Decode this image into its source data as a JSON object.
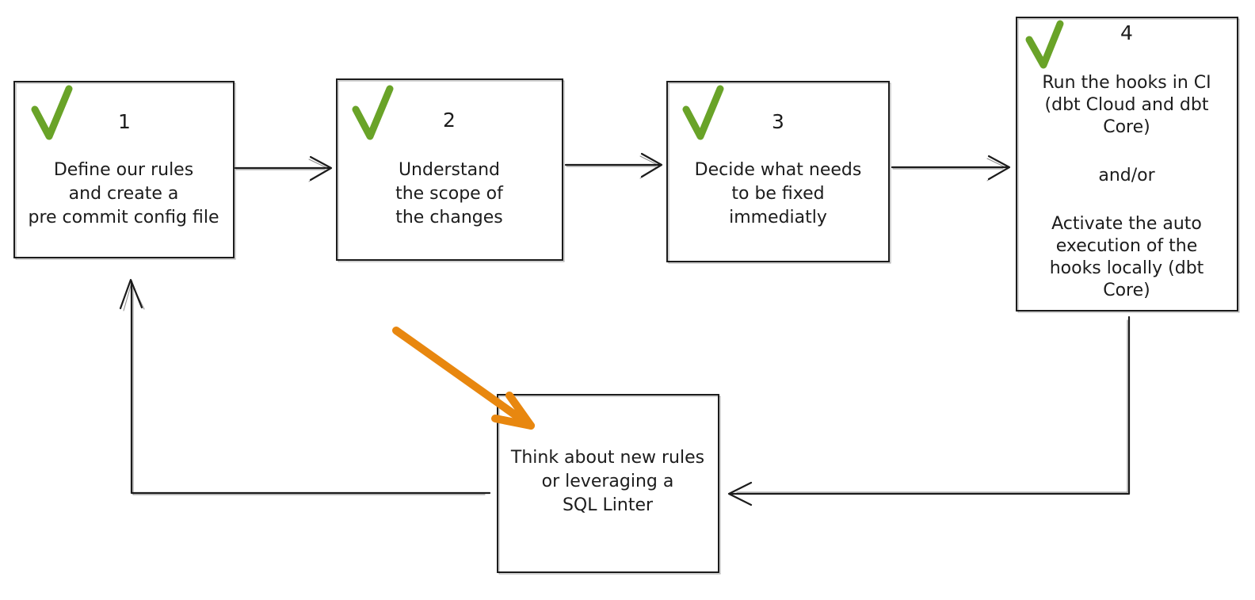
{
  "diagram": {
    "steps": [
      {
        "number": "1",
        "status": "checked",
        "lines": [
          "Define our rules",
          "and create a",
          "pre commit config file"
        ]
      },
      {
        "number": "2",
        "status": "checked",
        "lines": [
          "Understand",
          "the scope of",
          "the changes"
        ]
      },
      {
        "number": "3",
        "status": "checked",
        "lines": [
          "Decide what needs",
          "to be fixed",
          "immediatly"
        ]
      },
      {
        "number": "4",
        "status": "checked",
        "lines": [
          "Run the hooks in CI",
          "(dbt Cloud and dbt",
          "Core)",
          "and/or",
          "Activate the auto",
          "execution of the",
          "hooks locally (dbt",
          "Core)"
        ]
      }
    ],
    "loop_box": {
      "lines": [
        "Think about new rules",
        "or leveraging a",
        "SQL Linter"
      ]
    },
    "icons": {
      "step_check": "checkmark-icon",
      "pointer": "orange-arrow-icon"
    },
    "colors": {
      "check_green": "#69a328",
      "arrow_orange": "#e8870f",
      "line": "#1c1c1c",
      "background": "#ffffff"
    }
  }
}
